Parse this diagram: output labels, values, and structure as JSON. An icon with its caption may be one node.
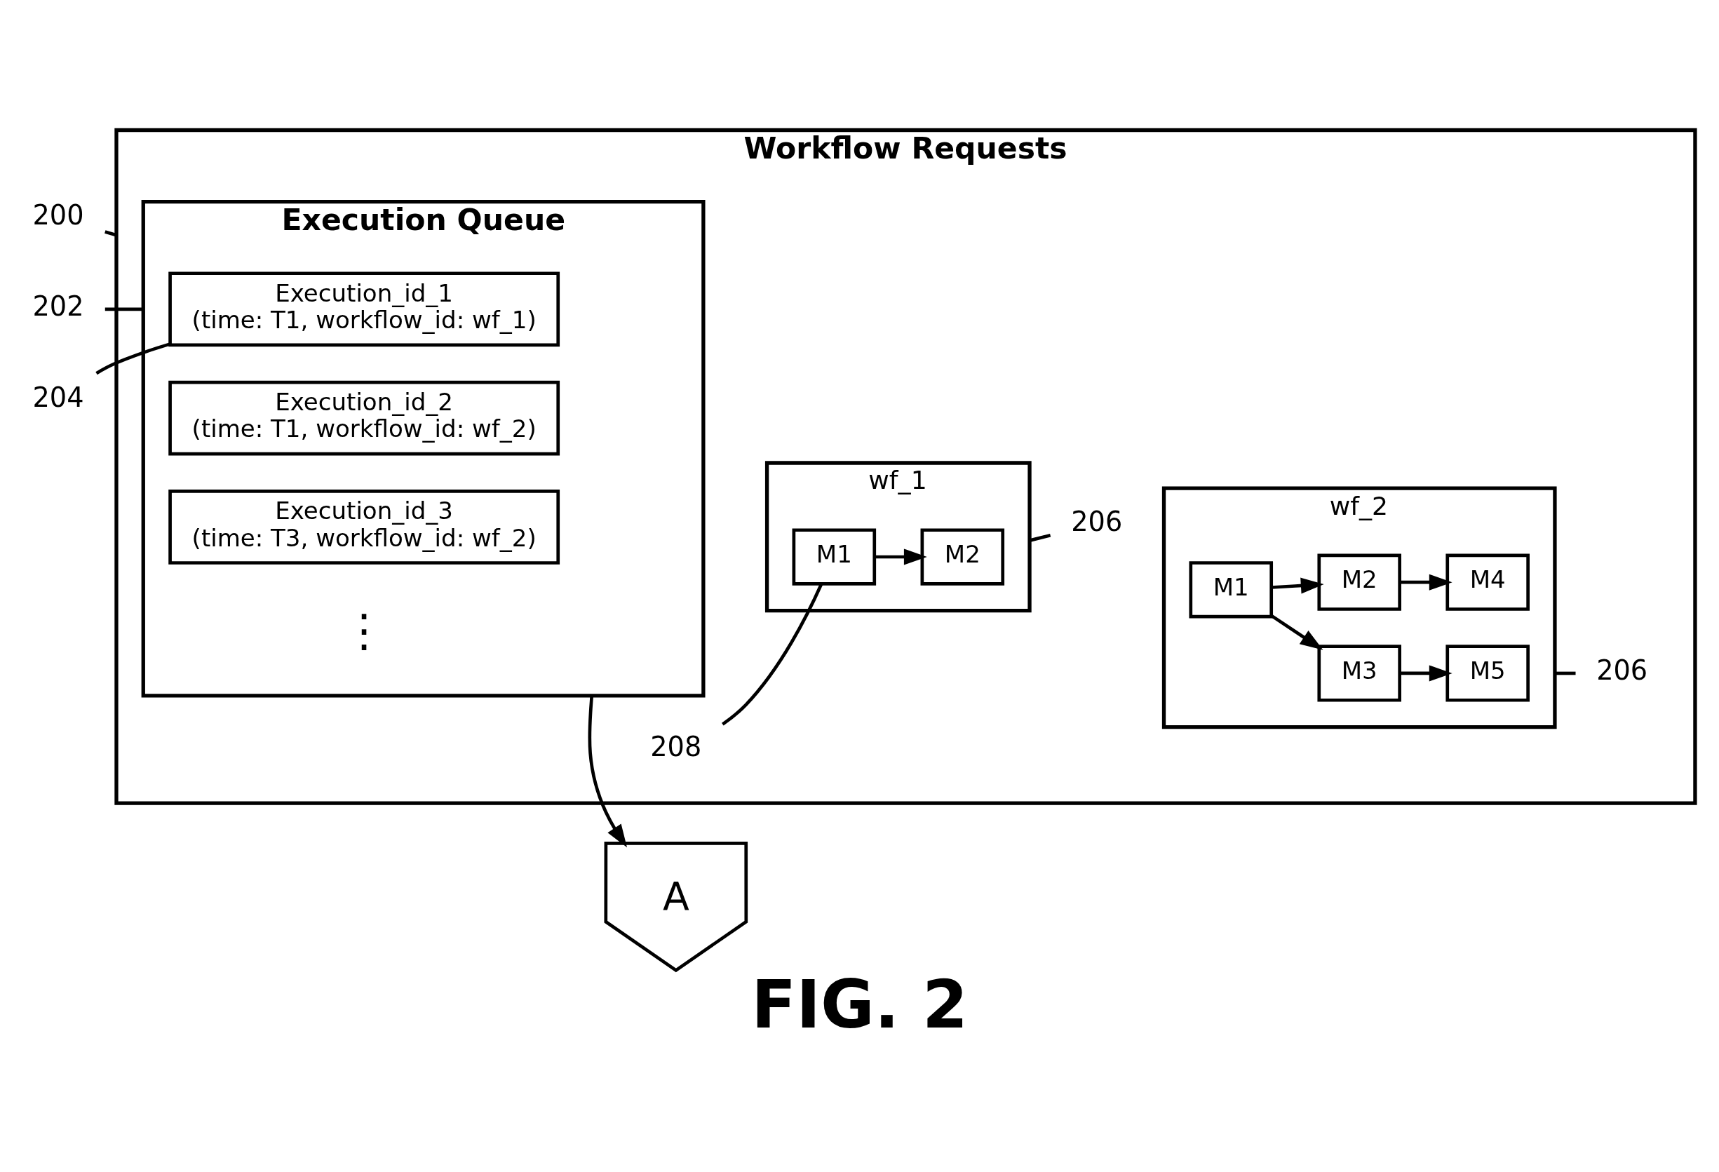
{
  "diagram": {
    "caption": "FIG. 2",
    "nodes": [
      {
        "text": [
          "200"
        ]
      },
      {
        "text": [
          "Workflow Requests"
        ]
      },
      {
        "text": [
          "202"
        ]
      },
      {
        "text": [
          "204"
        ]
      },
      {
        "text": [
          "Execution Queue"
        ],
        "in": 1
      },
      {
        "text": [
          "Execution_id_1",
          "(time: T1, workflow_id: wf_1)"
        ],
        "in": 4
      },
      {
        "text": [
          "Execution_id_2",
          "(time: T1, workflow_id: wf_2)"
        ],
        "in": 4
      },
      {
        "text": [
          "Execution_id_3",
          "(time: T3, workflow_id: wf_2)"
        ],
        "in": 4
      },
      {
        "text": [
          "208"
        ],
        "in": 1
      },
      {
        "text": [
          "wf_1"
        ],
        "in": 1
      },
      {
        "text": [
          "M1"
        ],
        "in": 9
      },
      {
        "text": [
          "M2"
        ],
        "in": 9
      },
      {
        "text": [
          "wf_2"
        ],
        "in": 1
      },
      {
        "text": [
          "M1"
        ],
        "in": 12
      },
      {
        "text": [
          "M2"
        ],
        "in": 12
      },
      {
        "text": [
          "M3"
        ],
        "in": 12
      },
      {
        "text": [
          "M4"
        ],
        "in": 12
      },
      {
        "text": [
          "M5"
        ],
        "in": 12
      },
      {
        "text": [
          "206"
        ],
        "in": 1
      },
      {
        "text": [
          "206"
        ],
        "in": 1
      },
      {
        "text": [
          "A"
        ]
      }
    ],
    "edges": [
      {
        "from": 0,
        "to": 1,
        "arrow": "none"
      },
      {
        "from": 2,
        "to": 4,
        "arrow": "none"
      },
      {
        "from": 3,
        "to": 5,
        "arrow": "none"
      },
      {
        "from": 8,
        "to": 10,
        "arrow": "none"
      },
      {
        "from": 10,
        "to": 11,
        "arrow": "to"
      },
      {
        "from": 13,
        "to": 14,
        "arrow": "to"
      },
      {
        "from": 13,
        "to": 15,
        "arrow": "to"
      },
      {
        "from": 14,
        "to": 16,
        "arrow": "to"
      },
      {
        "from": 15,
        "to": 17,
        "arrow": "to"
      },
      {
        "from": 9,
        "to": 18,
        "arrow": "none"
      },
      {
        "from": 12,
        "to": 19,
        "arrow": "none"
      },
      {
        "from": 4,
        "to": 20,
        "arrow": "to"
      }
    ],
    "labels": [
      "⋮"
    ]
  }
}
